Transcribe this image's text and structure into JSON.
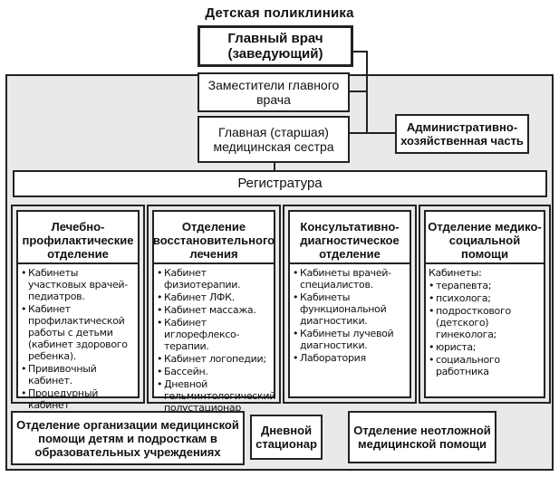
{
  "title": "Детская поликлиника",
  "chief": "Главный врач (заведующий)",
  "deputies": "Заместители главного врача",
  "head_nurse": "Главная (старшая) медицинская сестра",
  "admin": "Административно-хозяйственная часть",
  "registry": "Регистратура",
  "departments": [
    {
      "title": "Лечебно-профилактические отделение",
      "items": [
        "Кабинеты участковых врачей-педиатров.",
        "Кабинет профилактической работы с детьми (кабинет здорового ребенка).",
        "Прививочный кабинет.",
        "Процедурный кабинет"
      ]
    },
    {
      "title": "Отделение восстановительного лечения",
      "items": [
        "Кабинет физиотерапии.",
        "Кабинет ЛФК.",
        "Кабинет массажа.",
        "Кабинет иглорефлексо-терапии.",
        "Кабинет логопедии;",
        "Бассейн.",
        "Дневной гельминтологический полустационар"
      ]
    },
    {
      "title": "Консультативно-диагностическое отделение",
      "items": [
        "Кабинеты врачей-специалистов.",
        "Кабинеты функциональной диагностики.",
        "Кабинеты лучевой диагностики.",
        "Лаборатория"
      ]
    },
    {
      "title": "Отделение медико-социальной помощи",
      "intro": "Кабинеты:",
      "items": [
        "терапевта;",
        "психолога;",
        "подросткового (детского) гинеколога;",
        "юриста;",
        "социального работника"
      ]
    }
  ],
  "bottom": {
    "schools": "Отделение организации медицинской помощи детям и подросткам в образовательных учреждениях",
    "day_hospital": "Дневной стационар",
    "emergency": "Отделение неотложной медицинской помощи"
  }
}
